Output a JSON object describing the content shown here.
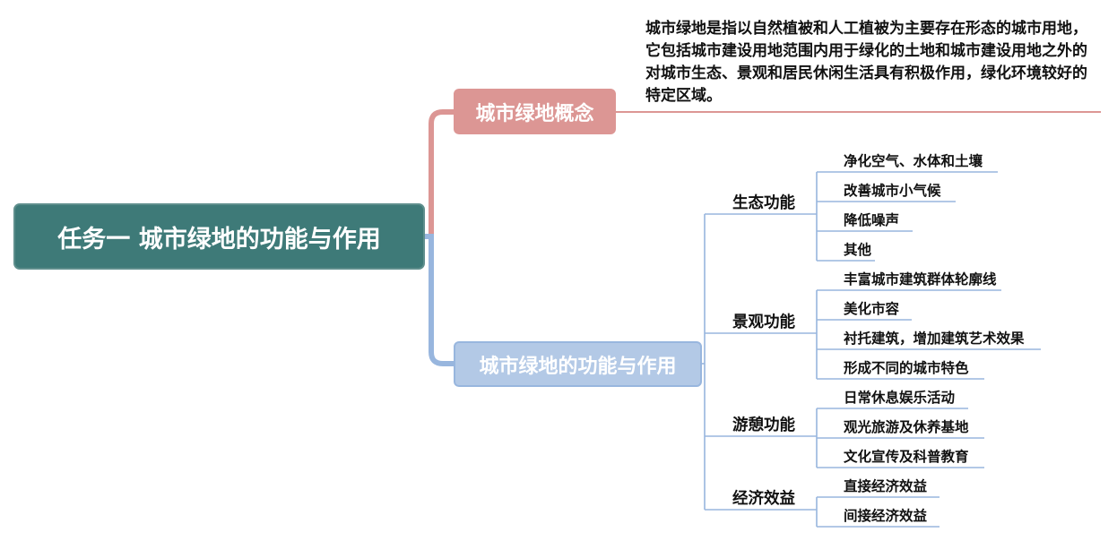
{
  "root": {
    "label": "任务一 城市绿地的功能与作用"
  },
  "concept": {
    "label": "城市绿地概念",
    "description": "城市绿地是指以自然植被和人工植被为主要存在形态的城市用地，它包括城市建设用地范围内用于绿化的土地和城市建设用地之外的对城市生态、景观和居民休闲生活具有积极作用，绿化环境较好的特定区域。"
  },
  "functions": {
    "label": "城市绿地的功能与作用",
    "categories": [
      {
        "label": "生态功能",
        "items": [
          "净化空气、水体和土壤",
          "改善城市小气候",
          "降低噪声",
          "其他"
        ]
      },
      {
        "label": "景观功能",
        "items": [
          "丰富城市建筑群体轮廓线",
          "美化市容",
          "衬托建筑，增加建筑艺术效果",
          "形成不同的城市特色"
        ]
      },
      {
        "label": "游憩功能",
        "items": [
          "日常休息娱乐活动",
          "观光旅游及休养基地",
          "文化宣传及科普教育"
        ]
      },
      {
        "label": "经济效益",
        "items": [
          "直接经济效益",
          "间接经济效益"
        ]
      }
    ]
  },
  "colors": {
    "root_fill": "#3e7a78",
    "concept_fill": "#dc9694",
    "functions_fill": "#b3c9e6",
    "concept_line": "#dc9694",
    "functions_line": "#98b6de"
  }
}
